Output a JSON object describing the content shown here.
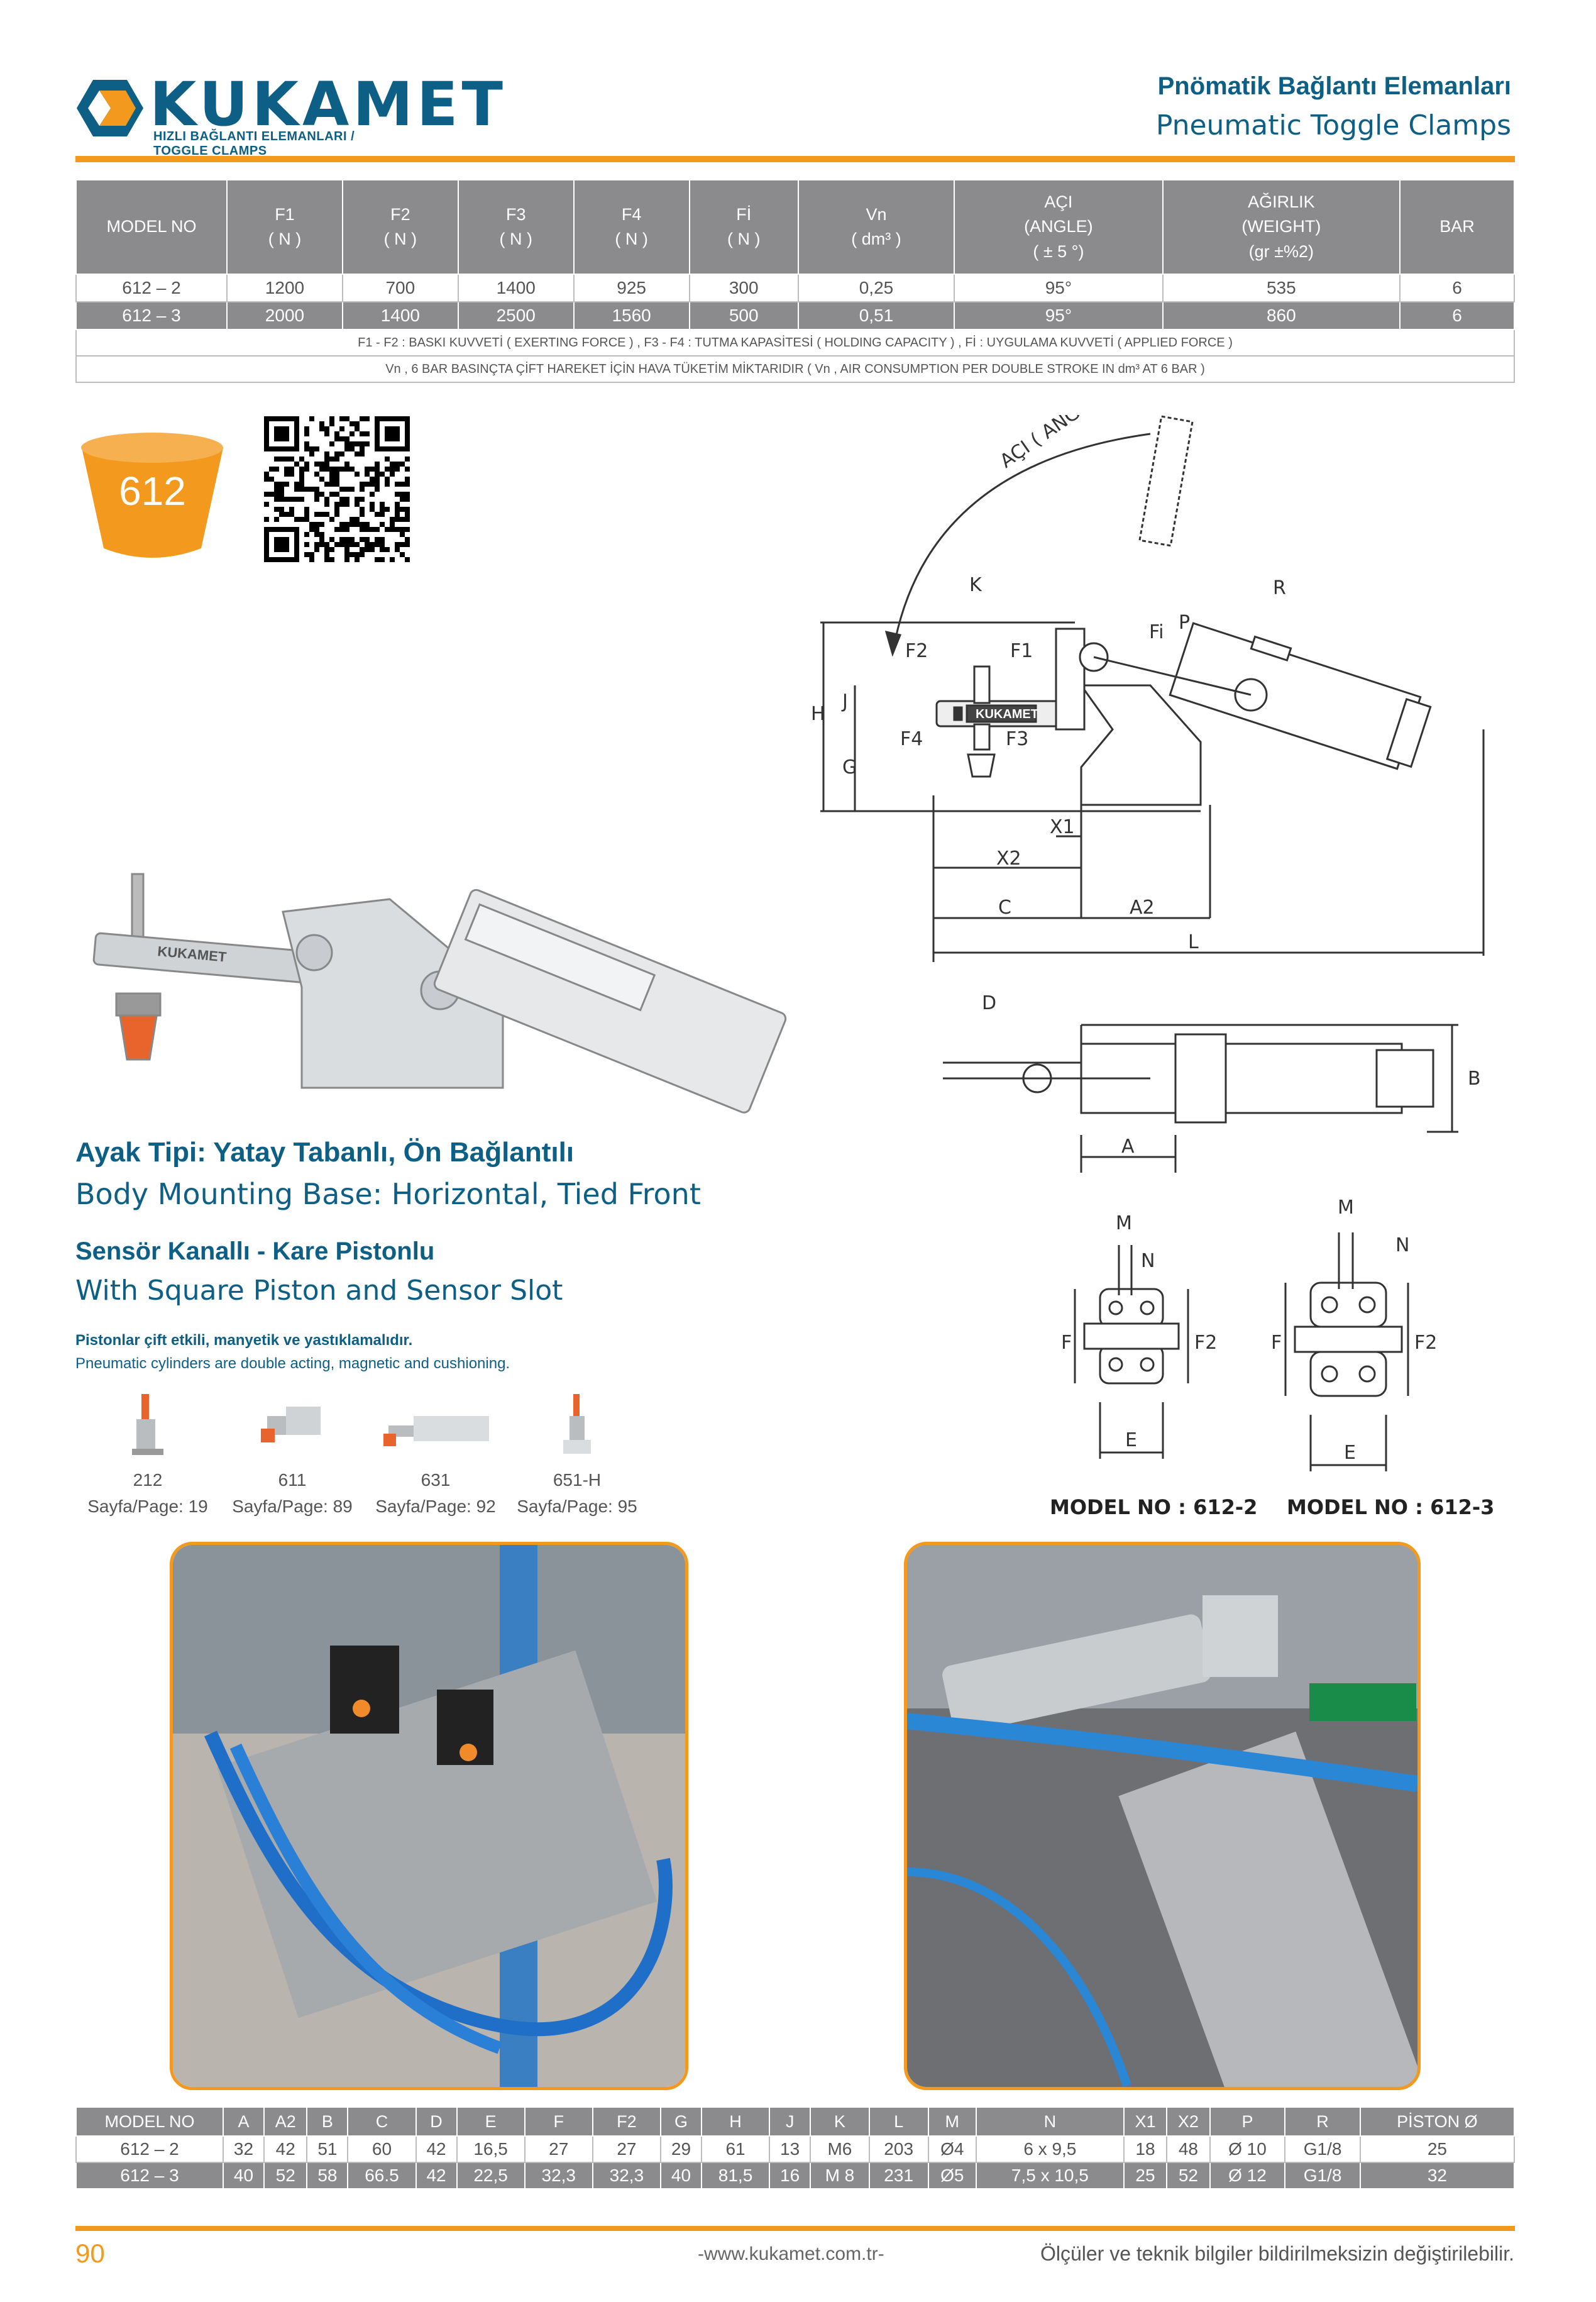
{
  "brand": {
    "name": "KUKAMET",
    "tagline": "HIZLI BAĞLANTI ELEMANLARI / TOGGLE CLAMPS"
  },
  "header": {
    "title_tr": "Pnömatik Bağlantı Elemanları",
    "title_en": "Pneumatic Toggle Clamps"
  },
  "spec_table": {
    "headers": [
      [
        "MODEL NO"
      ],
      [
        "F1",
        "( N )"
      ],
      [
        "F2",
        "( N )"
      ],
      [
        "F3",
        "( N )"
      ],
      [
        "F4",
        "( N )"
      ],
      [
        "Fİ",
        "( N )"
      ],
      [
        "Vn",
        "( dm³ )"
      ],
      [
        "AÇI",
        "(ANGLE)",
        "( ± 5 °)"
      ],
      [
        "AĞIRLIK",
        "(WEIGHT)",
        "(gr ±%2)"
      ],
      [
        "BAR"
      ]
    ],
    "rows": [
      [
        "612 – 2",
        "1200",
        "700",
        "1400",
        "925",
        "300",
        "0,25",
        "95°",
        "535",
        "6"
      ],
      [
        "612 – 3",
        "2000",
        "1400",
        "2500",
        "1560",
        "500",
        "0,51",
        "95°",
        "860",
        "6"
      ]
    ],
    "note1": "F1 - F2 : BASKI KUVVETİ ( EXERTING FORCE ) ,   F3 - F4 : TUTMA KAPASİTESİ ( HOLDING CAPACITY ) ,  Fİ : UYGULAMA KUVVETİ ( APPLIED FORCE )",
    "note2": "Vn , 6 BAR BASINÇTA ÇİFT HAREKET İÇİN HAVA TÜKETİM MİKTARIDIR    ( Vn , AIR CONSUMPTION PER DOUBLE STROKE IN dm³ AT 6 BAR )"
  },
  "badge": {
    "label": "612",
    "color": "#f39a1e"
  },
  "diagram": {
    "angle_label": "AÇI ( ANGLE )",
    "labels": {
      "K": "K",
      "R": "R",
      "P": "P",
      "Fi": "Fi",
      "F1": "F1",
      "F2": "F2",
      "F3": "F3",
      "F4": "F4",
      "H": "H",
      "J": "J",
      "G": "G",
      "X1": "X1",
      "X2": "X2",
      "C": "C",
      "A2": "A2",
      "L": "L",
      "D": "D",
      "A": "A",
      "B": "B",
      "M": "M",
      "N": "N",
      "E": "E",
      "F": "F"
    },
    "body_text": "KUKAMET"
  },
  "texts": {
    "base_tr": "Ayak Tipi: Yatay Tabanlı, Ön Bağlantılı",
    "base_en": "Body Mounting Base: Horizontal, Tied Front",
    "sensor_tr": "Sensör Kanallı - Kare Pistonlu",
    "sensor_en": "With Square Piston and Sensor Slot",
    "note_tr": "Pistonlar çift etkili, manyetik ve yastıklamalıdır.",
    "note_en": "Pneumatic cylinders are double acting, magnetic and cushioning."
  },
  "related": [
    {
      "model": "212",
      "page": "Sayfa/Page: 19"
    },
    {
      "model": "611",
      "page": "Sayfa/Page: 89"
    },
    {
      "model": "631",
      "page": "Sayfa/Page: 92"
    },
    {
      "model": "651-H",
      "page": "Sayfa/Page: 95"
    }
  ],
  "model_labels": {
    "left": "MODEL NO  :  612-2",
    "right": "MODEL NO  :  612-3"
  },
  "dims_table": {
    "headers": [
      "MODEL NO",
      "A",
      "A2",
      "B",
      "C",
      "D",
      "E",
      "F",
      "F2",
      "G",
      "H",
      "J",
      "K",
      "L",
      "M",
      "N",
      "X1",
      "X2",
      "P",
      "R",
      "PİSTON Ø"
    ],
    "rows": [
      [
        "612 – 2",
        "32",
        "42",
        "51",
        "60",
        "42",
        "16,5",
        "27",
        "27",
        "29",
        "61",
        "13",
        "M6",
        "203",
        "Ø4",
        "6 x 9,5",
        "18",
        "48",
        "Ø 10",
        "G1/8",
        "25"
      ],
      [
        "612 – 3",
        "40",
        "52",
        "58",
        "66.5",
        "42",
        "22,5",
        "32,3",
        "32,3",
        "40",
        "81,5",
        "16",
        "M 8",
        "231",
        "Ø5",
        "7,5 x 10,5",
        "25",
        "52",
        "Ø 12",
        "G1/8",
        "32"
      ]
    ]
  },
  "footer": {
    "page_number": "90",
    "website": "-www.kukamet.com.tr-",
    "disclaimer": "Ölçüler ve teknik bilgiler bildirilmeksizin değiştirilebilir."
  },
  "colors": {
    "brand_blue": "#0d5f86",
    "orange": "#f39a1e",
    "table_gray": "#8b8b8d"
  }
}
